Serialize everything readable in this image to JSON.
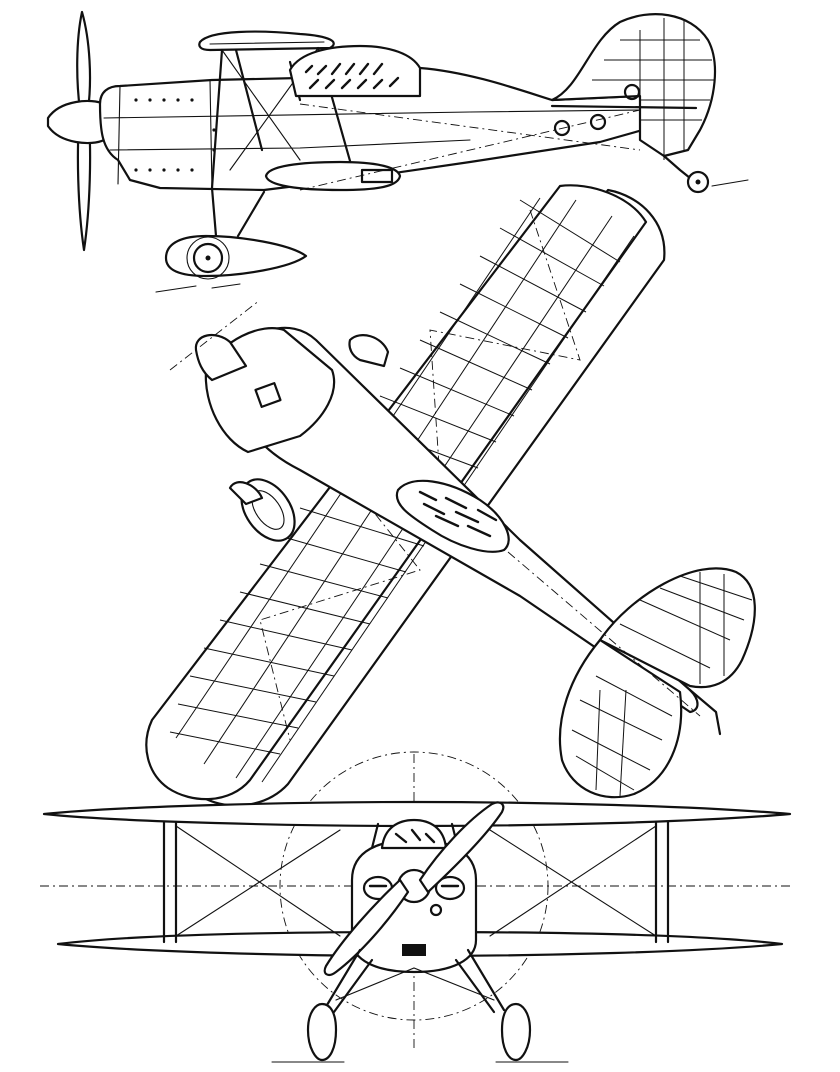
{
  "drawing": {
    "views": [
      "side-elevation",
      "plan",
      "front-elevation"
    ],
    "ink_color": "#111111",
    "paper_color": "#ffffff"
  }
}
